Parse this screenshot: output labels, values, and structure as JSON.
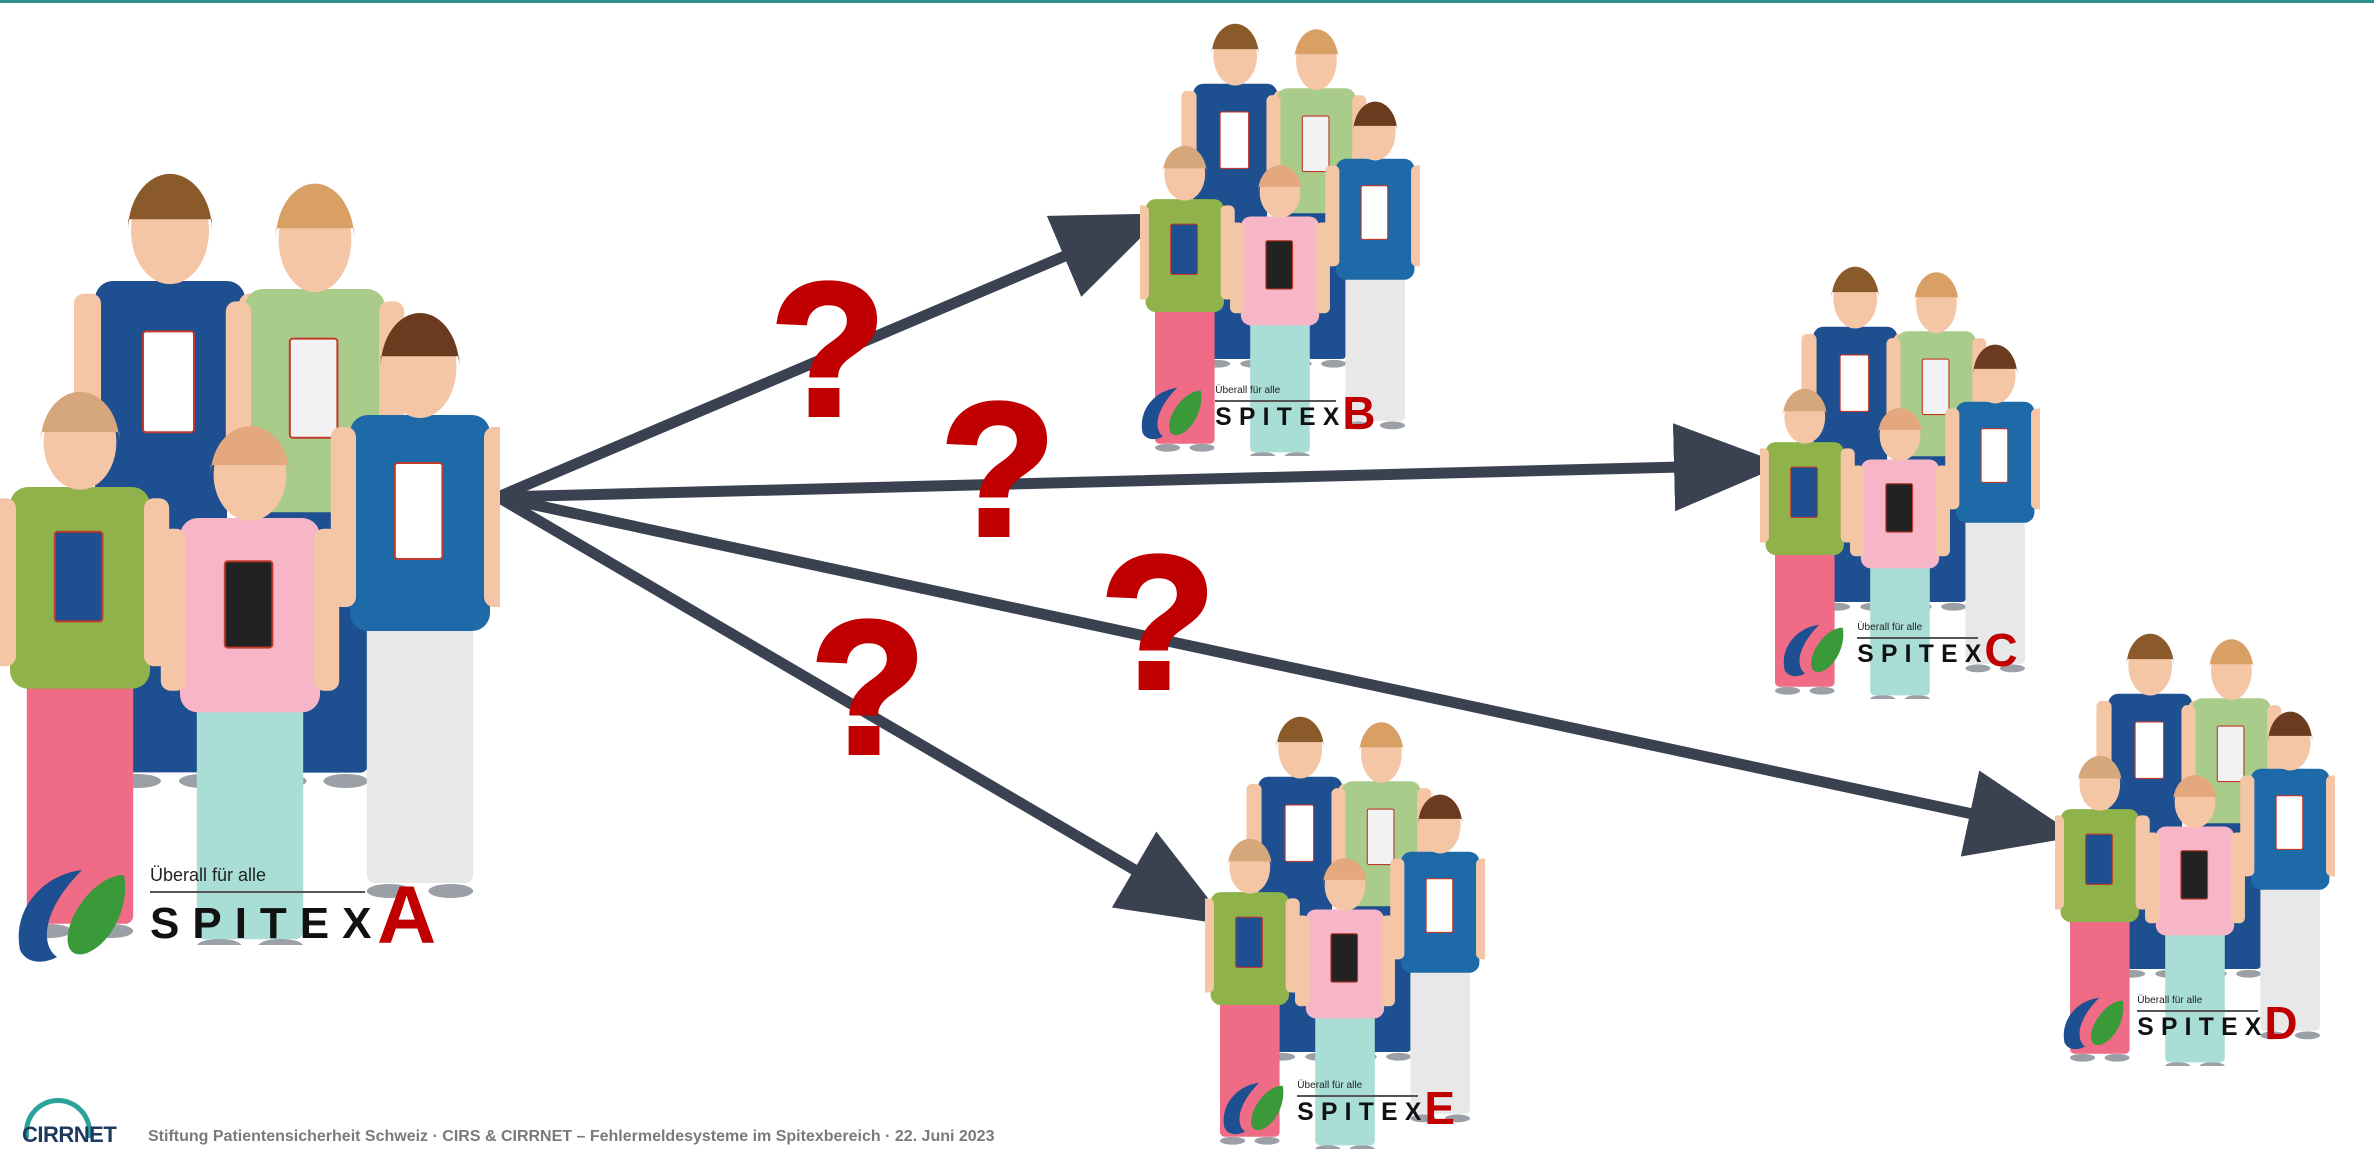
{
  "slide": {
    "footer": {
      "brand": "CIRRNET",
      "caption": "Stiftung Patientensicherheit Schweiz · CIRS & CIRRNET – Fehlermeldesysteme im Spitexbereich · 22. Juni 2023"
    },
    "logo_tagline": "Überall für alle",
    "logo_word": "SPITEX",
    "question_mark": "?",
    "colors": {
      "accent_red": "#c00000",
      "arrow": "#3a4150",
      "spitex_blue": "#1d4f91",
      "spitex_green": "#3a9a3a",
      "teal_rule": "#2f8f8f"
    }
  },
  "organizations": [
    {
      "id": "A",
      "letter": "A",
      "role": "source"
    },
    {
      "id": "B",
      "letter": "B",
      "role": "target"
    },
    {
      "id": "C",
      "letter": "C",
      "role": "target"
    },
    {
      "id": "D",
      "letter": "D",
      "role": "target"
    },
    {
      "id": "E",
      "letter": "E",
      "role": "target"
    }
  ],
  "edges": [
    {
      "from": "A",
      "to": "B"
    },
    {
      "from": "A",
      "to": "C"
    },
    {
      "from": "A",
      "to": "D"
    },
    {
      "from": "A",
      "to": "E"
    }
  ]
}
